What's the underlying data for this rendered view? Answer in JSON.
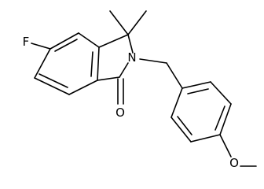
{
  "diagram": {
    "type": "chemical-structure",
    "atom_labels": {
      "fluorine": "F",
      "nitrogen": "N",
      "carbonyl_oxygen": "O",
      "methoxy_oxygen": "O"
    },
    "colors": {
      "bond": "#000000",
      "label": "#000000",
      "background": "#ffffff"
    }
  }
}
